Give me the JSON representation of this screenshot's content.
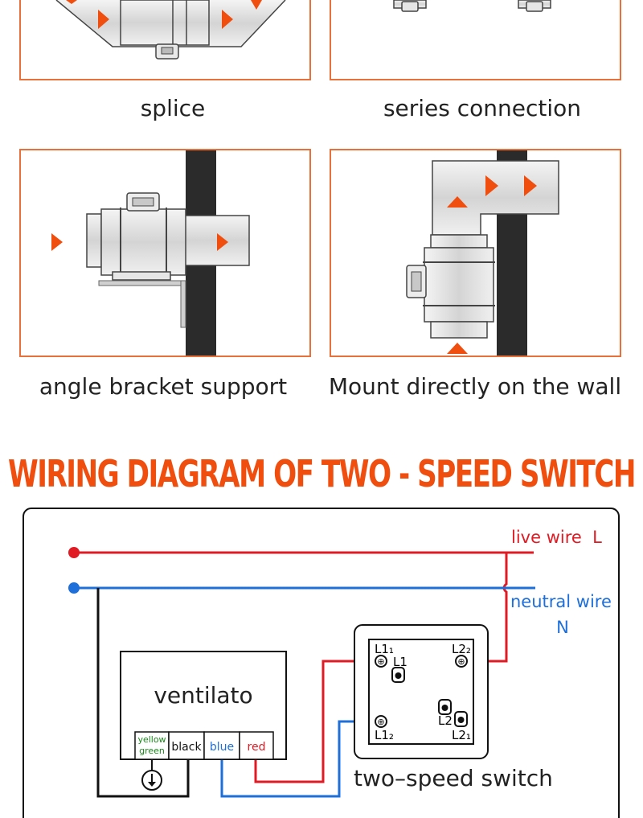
{
  "captions": {
    "splice": "splice",
    "series": "series connection",
    "angle": "angle bracket support",
    "wall": "Mount directly on the wall"
  },
  "heading": "WIRING DIAGRAM OF TWO - SPEED SWITCH",
  "wiring": {
    "live_label": "live wire  L",
    "neutral_label": "neutral wire",
    "neutral_letter": "N",
    "ventilator_label": "ventilato",
    "terminals": {
      "yellow": "yellow",
      "green": "green",
      "black": "black",
      "blue": "blue",
      "red": "red"
    },
    "switch_label": "two–speed switch",
    "switch_terminals": {
      "l11": "L1₁",
      "l22": "L2₂",
      "l1": "L1",
      "l2": "L2",
      "l12": "L1₂",
      "l21": "L2₁"
    }
  },
  "colors": {
    "accent": "#f04e0f",
    "live": "#e01b24",
    "neutral": "#1e6fd9",
    "earth": "#1a8a1a",
    "dark": "#111111"
  }
}
